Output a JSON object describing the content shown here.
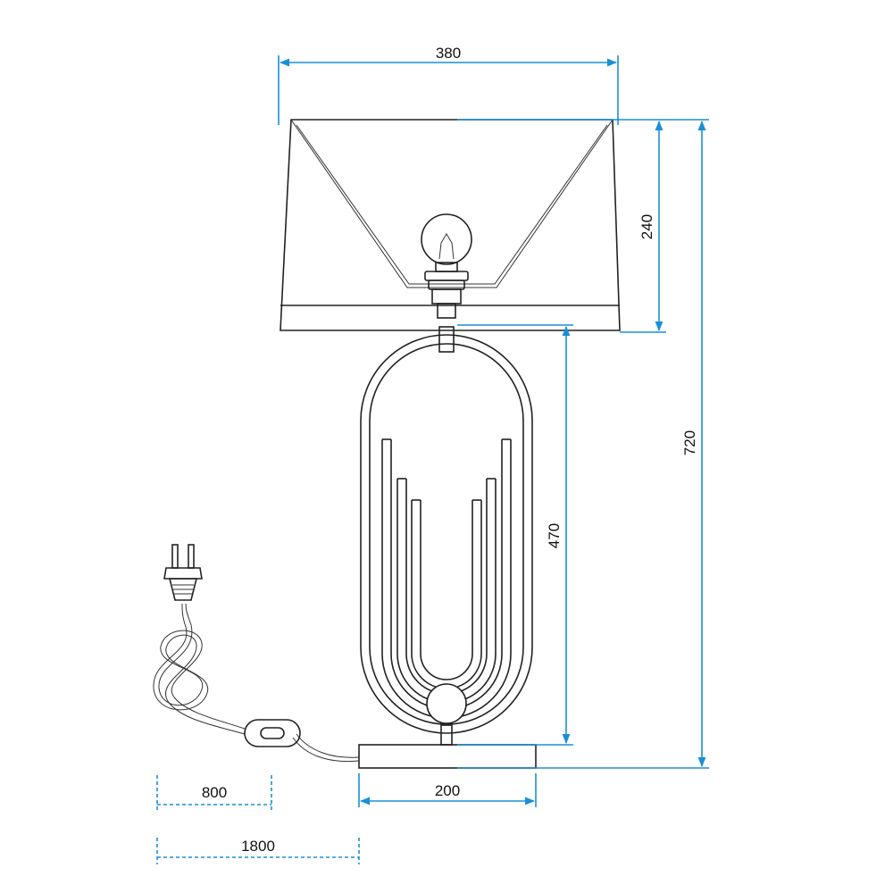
{
  "dimensions": {
    "shade_width": "380",
    "shade_height": "240",
    "total_height": "720",
    "base_height": "470",
    "base_width": "200",
    "switch_length": "800",
    "cable_length": "1800"
  },
  "colors": {
    "dimension_line": "#1a8fd6",
    "outline": "#222222"
  }
}
